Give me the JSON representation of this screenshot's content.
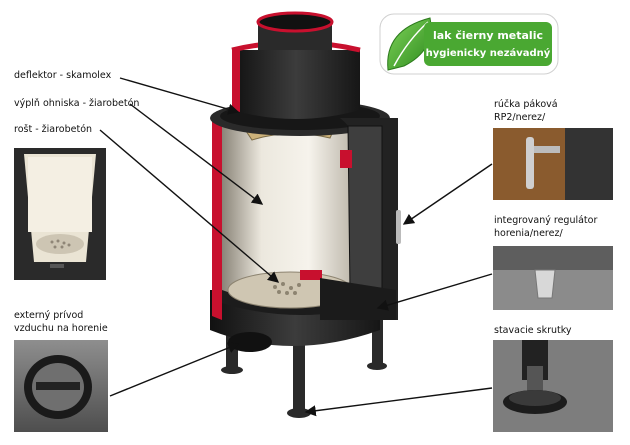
{
  "badge": {
    "line1": "lak čierny metalic",
    "line2": "hygienicky nezávadný",
    "color": "#4aa832"
  },
  "labels": {
    "deflektor": "deflektor - skamolex",
    "vyplne": "výplň ohniska - žiarobetón",
    "rost": "rošt - žiarobetón",
    "privod_1": "externý prívod",
    "privod_2": "vzduchu na horenie",
    "rucka_1": "rúčka páková",
    "rucka_2": "RP2/nerez/",
    "regulator_1": "integrovaný regulátor",
    "regulator_2": "horenia/nerez/",
    "skrutky": "stavacie skrutky"
  },
  "colors": {
    "steel": "#2b2b2b",
    "cut": "#c8102e",
    "glass": "#d9d4c8",
    "firebrick": "#cdb27a"
  }
}
